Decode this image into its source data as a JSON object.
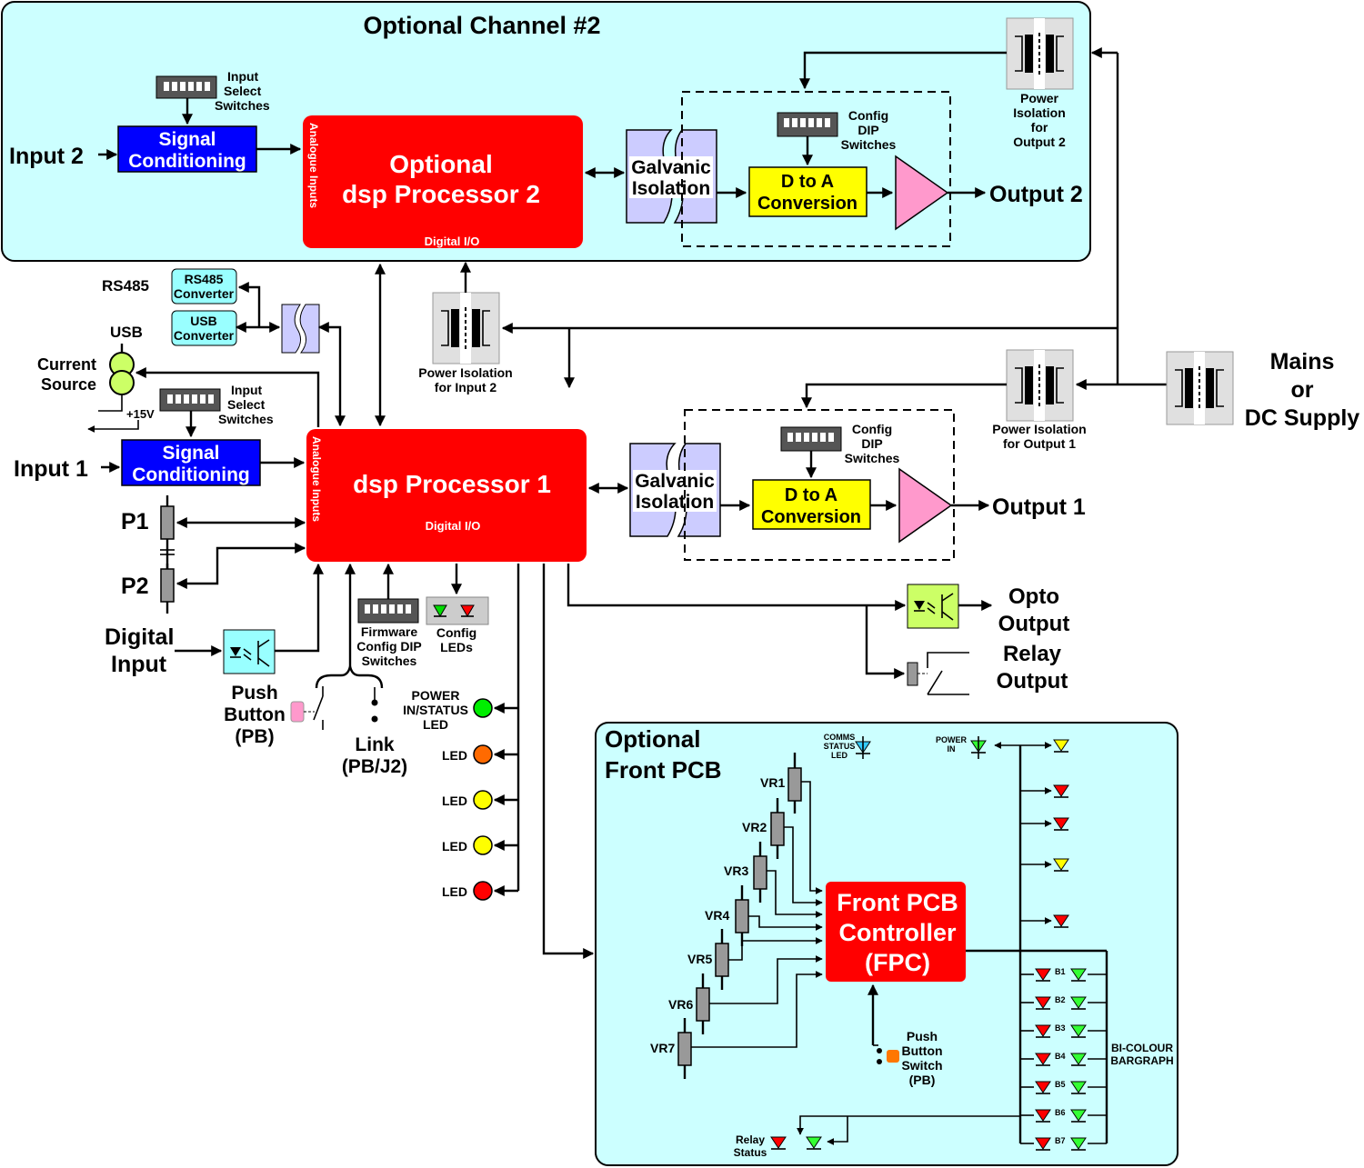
{
  "channel2": {
    "title": "Optional Channel #2",
    "input_label": "Input 2",
    "signal_conditioning": [
      "Signal",
      "Conditioning"
    ],
    "input_select_switches": [
      "Input",
      "Select",
      "Switches"
    ],
    "processor": [
      "Optional",
      "dsp Processor 2"
    ],
    "analogue_inputs": "Analogue Inputs",
    "digital_io": "Digital I/O",
    "galvanic": [
      "Galvanic",
      "Isolation"
    ],
    "config_dip": [
      "Config",
      "DIP",
      "Switches"
    ],
    "dac": [
      "D to A",
      "Conversion"
    ],
    "output_label": "Output 2",
    "power_isolation_output": [
      "Power",
      "Isolation",
      "for",
      "Output 2"
    ]
  },
  "power_isolation_input2": [
    "Power Isolation",
    "for Input 2"
  ],
  "power_isolation_output1": [
    "Power Isolation",
    "for Output 1"
  ],
  "mains": [
    "Mains",
    "or",
    "DC Supply"
  ],
  "comms": {
    "rs485_label": "RS485",
    "rs485_converter": [
      "RS485",
      "Converter"
    ],
    "usb_label": "USB",
    "usb_converter": [
      "USB",
      "Converter"
    ]
  },
  "current_source": [
    "Current",
    "Source"
  ],
  "plus15v": "+15V",
  "channel1": {
    "input_label": "Input 1",
    "signal_conditioning": [
      "Signal",
      "Conditioning"
    ],
    "input_select_switches": [
      "Input",
      "Select",
      "Switches"
    ],
    "processor": "dsp Processor 1",
    "analogue_inputs": "Analogue Inputs",
    "digital_io": "Digital I/O",
    "galvanic": [
      "Galvanic",
      "Isolation"
    ],
    "config_dip": [
      "Config",
      "DIP",
      "Switches"
    ],
    "dac": [
      "D to A",
      "Conversion"
    ],
    "output_label": "Output 1"
  },
  "p1": "P1",
  "p2": "P2",
  "digital_input": [
    "Digital",
    "Input"
  ],
  "push_button": [
    "Push",
    "Button",
    "(PB)"
  ],
  "link": [
    "Link",
    "(PB/J2)"
  ],
  "firmware_dip": [
    "Firmware",
    "Config DIP",
    "Switches"
  ],
  "config_leds": [
    "Config",
    "LEDs"
  ],
  "power_status_led": [
    "POWER",
    "IN/STATUS",
    "LED"
  ],
  "leds": [
    {
      "label": "LED",
      "color": "#ff6a00"
    },
    {
      "label": "LED",
      "color": "#ffff00"
    },
    {
      "label": "LED",
      "color": "#ffff00"
    },
    {
      "label": "LED",
      "color": "#ff0000"
    }
  ],
  "opto_output": [
    "Opto",
    "Output"
  ],
  "relay_output": [
    "Relay",
    "Output"
  ],
  "front_pcb": {
    "title": [
      "Optional",
      "Front PCB"
    ],
    "vr": [
      "VR1",
      "VR2",
      "VR3",
      "VR4",
      "VR5",
      "VR6",
      "VR7"
    ],
    "controller": [
      "Front PCB",
      "Controller",
      "(FPC)"
    ],
    "comms_led": [
      "COMMS",
      "STATUS",
      "LED"
    ],
    "power_in": [
      "POWER",
      "IN"
    ],
    "push_switch": [
      "Push",
      "Button",
      "Switch",
      "(PB)"
    ],
    "relay_status": [
      "Relay",
      "Status"
    ],
    "bargraph": [
      "BI-COLOUR",
      "BARGRAPH"
    ],
    "bars": [
      "B1",
      "B2",
      "B3",
      "B4",
      "B5",
      "B6",
      "B7"
    ]
  },
  "colors": {
    "panel": "#ccffff",
    "processor": "#ff0000",
    "conditioning": "#0000ff",
    "dac": "#ffff00",
    "amplifier": "#ff99cc",
    "galvanic": "#ccccff",
    "opto": "#ccff66"
  }
}
